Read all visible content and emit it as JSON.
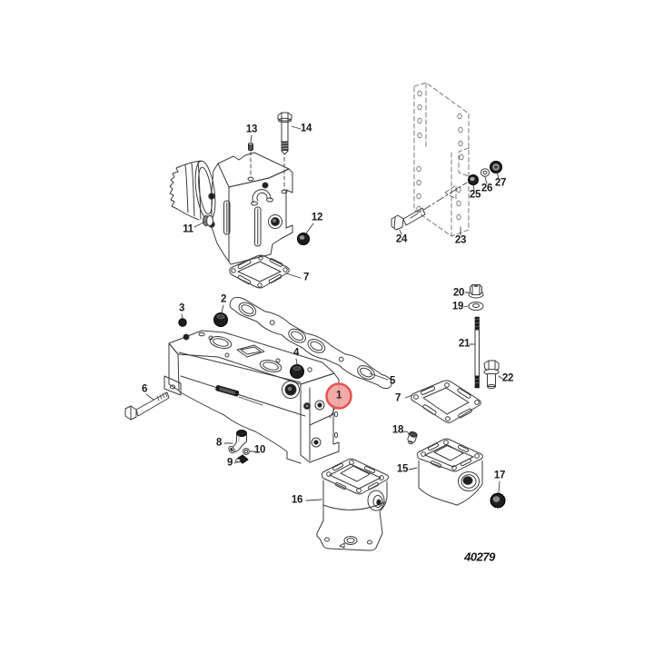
{
  "diagram": {
    "type": "exploded-parts-diagram",
    "drawing_number": "40279",
    "background_color": "#ffffff",
    "ink_color": "#3a3a3a",
    "highlight": {
      "part": "1",
      "fill": "#f2a19e",
      "stroke": "#e25450"
    },
    "callouts": [
      {
        "id": "1",
        "selected": true
      },
      {
        "id": "2"
      },
      {
        "id": "3"
      },
      {
        "id": "4"
      },
      {
        "id": "5"
      },
      {
        "id": "6"
      },
      {
        "id": "7"
      },
      {
        "id": "7"
      },
      {
        "id": "8"
      },
      {
        "id": "9"
      },
      {
        "id": "10"
      },
      {
        "id": "11"
      },
      {
        "id": "12"
      },
      {
        "id": "13"
      },
      {
        "id": "14"
      },
      {
        "id": "15"
      },
      {
        "id": "16"
      },
      {
        "id": "17"
      },
      {
        "id": "18"
      },
      {
        "id": "19"
      },
      {
        "id": "20"
      },
      {
        "id": "21"
      },
      {
        "id": "22"
      },
      {
        "id": "23"
      },
      {
        "id": "24"
      },
      {
        "id": "25"
      },
      {
        "id": "26"
      },
      {
        "id": "27"
      }
    ]
  }
}
